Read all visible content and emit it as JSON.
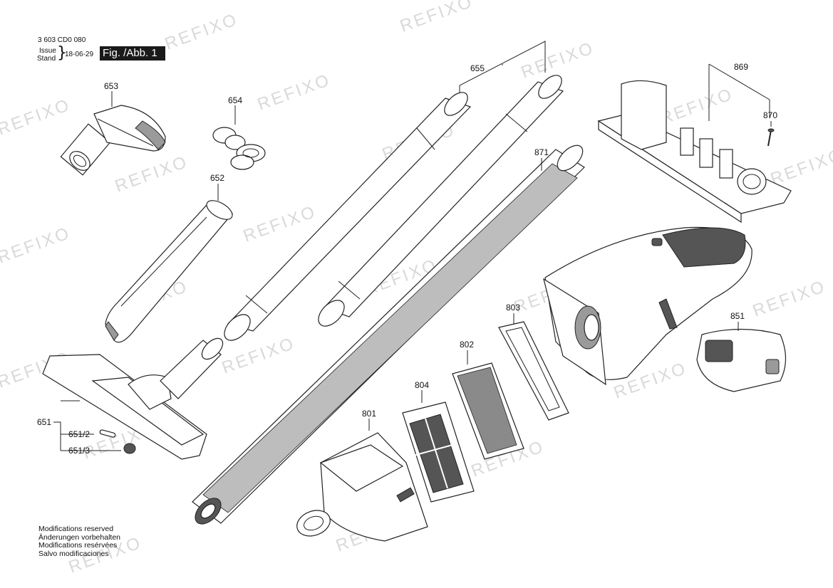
{
  "header": {
    "doc_number": "3 603 CD0 080",
    "issue_label": "Issue",
    "stand_label": "Stand",
    "date": "18-06-29",
    "figure_label": "Fig. /Abb. 1"
  },
  "parts": {
    "p653": "653",
    "p654": "654",
    "p652": "652",
    "p655": "655",
    "p871": "871",
    "p869": "869",
    "p870": "870",
    "p803": "803",
    "p851": "851",
    "p802": "802",
    "p804": "804",
    "p801": "801",
    "p651": "651",
    "p651_2": "651/2",
    "p651_3": "651/3"
  },
  "watermark": "REFIXO",
  "footer": {
    "line1": "Modifications reserved",
    "line2": "Änderungen vorbehalten",
    "line3": "Modifications resérvées",
    "line4": "Salvo modificaciones"
  }
}
